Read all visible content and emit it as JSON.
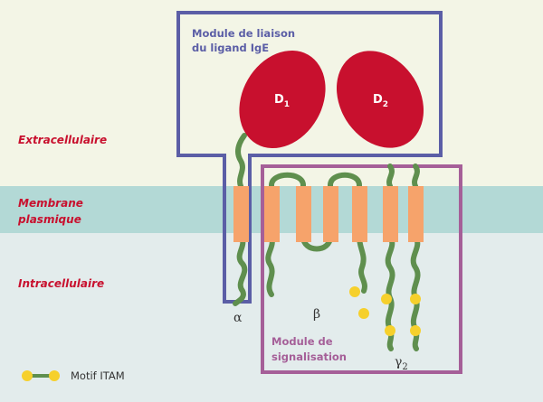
{
  "zones": {
    "extracellular": "Extracellulaire",
    "membrane_line1": "Membrane",
    "membrane_line2": "plasmique",
    "intracellular": "Intracellulaire"
  },
  "modules": {
    "ligand_line1": "Module de liaison",
    "ligand_line2": "du ligand IgE",
    "signal_line1": "Module de",
    "signal_line2": "signalisation"
  },
  "domains": {
    "d1": "D",
    "d1_sub": "1",
    "d2": "D",
    "d2_sub": "2"
  },
  "chains": {
    "alpha": "α",
    "beta": "β",
    "gamma": "γ",
    "gamma_sub": "2"
  },
  "legend": {
    "label": "Motif ITAM"
  },
  "colors": {
    "extracellular_bg": "#f3f5e6",
    "membrane_bg": "#b3d9d6",
    "intracellular_bg": "#e3ecec",
    "ligand_module": "#5b5ea6",
    "signal_module": "#a55f98",
    "domain_red": "#c8102e",
    "tm_orange": "#f6a36b",
    "chain_green": "#5f8f4e",
    "itam_yellow": "#f6d02c"
  }
}
